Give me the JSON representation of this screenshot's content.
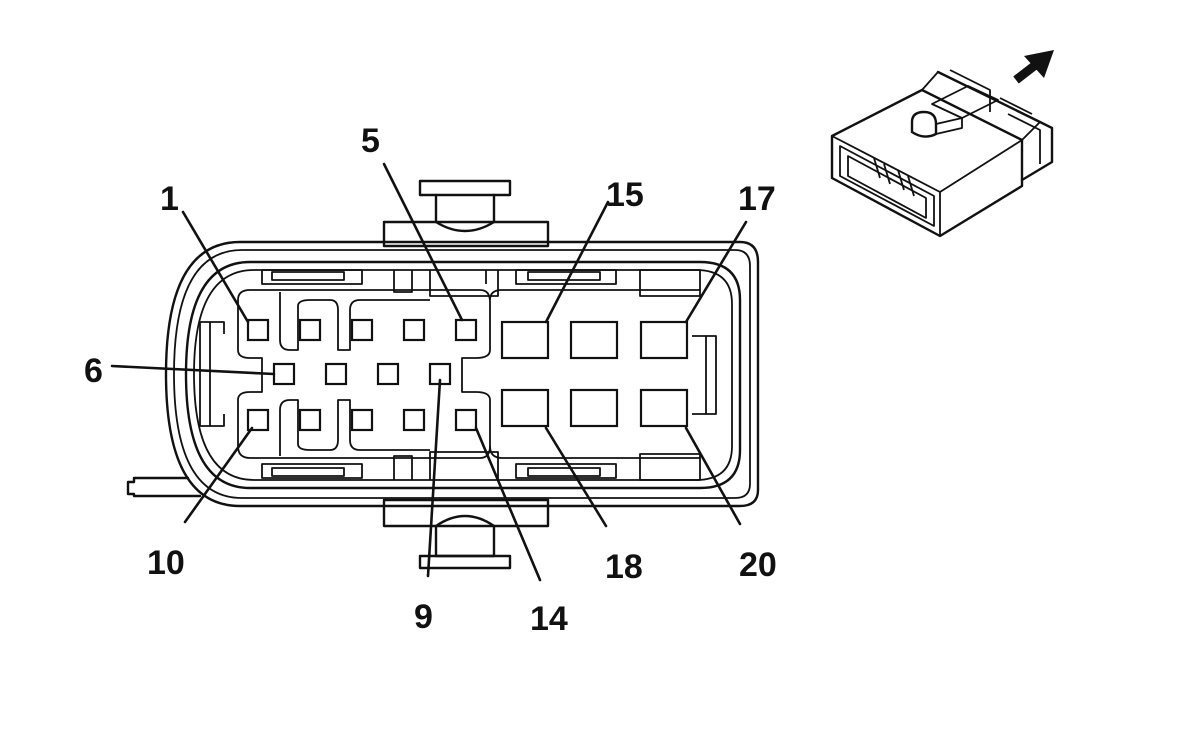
{
  "diagram": {
    "type": "connector-pinout",
    "pin_labels": [
      "1",
      "5",
      "6",
      "10",
      "9",
      "14",
      "15",
      "17",
      "18",
      "20"
    ]
  },
  "colors": {
    "line": "#111111",
    "background": "#ffffff"
  },
  "icons": {
    "direction_arrow": "arrow-up-right-icon"
  }
}
